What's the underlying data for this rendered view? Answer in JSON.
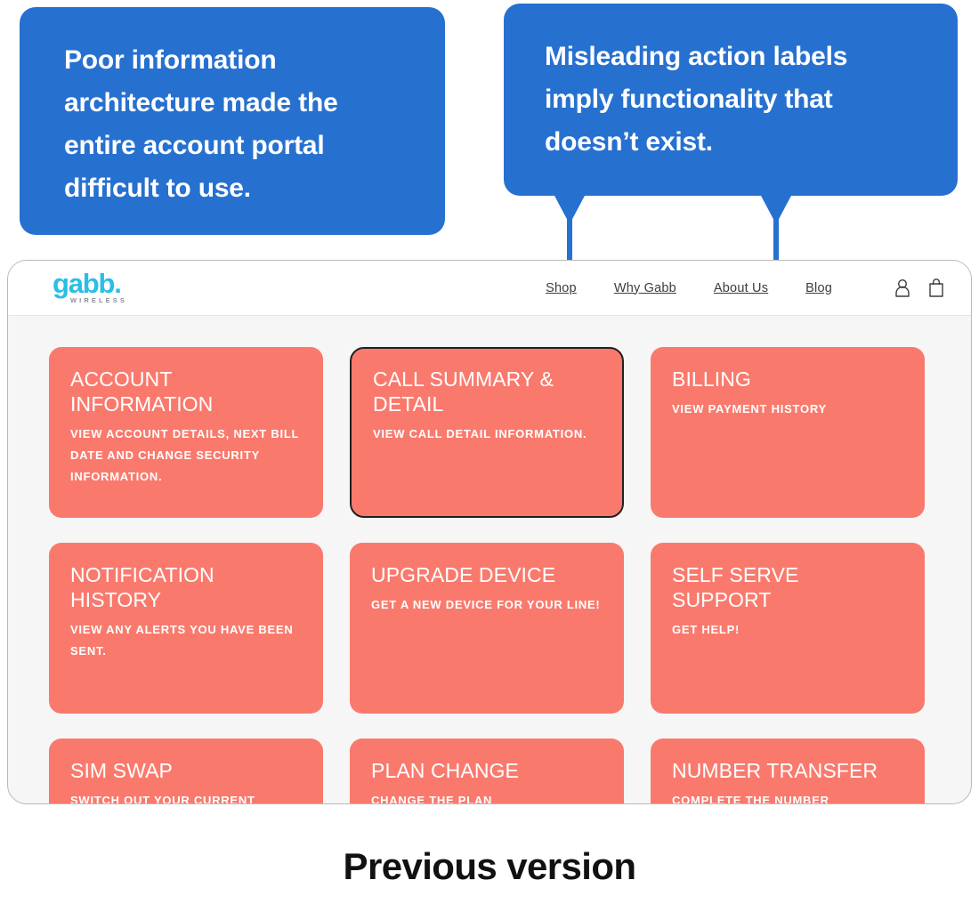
{
  "callouts": [
    {
      "id": "poor-ia",
      "color": "#2670d0",
      "lines": [
        "Poor information",
        "architecture made the",
        "entire account portal",
        "difficult to use."
      ]
    },
    {
      "id": "misleading-labels",
      "color": "#2670d0",
      "lines": [
        "Misleading action labels",
        "imply functionality that",
        "doesn’t exist."
      ]
    }
  ],
  "site": {
    "brand": {
      "word": "gabb",
      "dot": ".",
      "sub": "WIRELESS",
      "color": "#29bee8"
    },
    "nav": {
      "links": [
        {
          "label": "Shop"
        },
        {
          "label": "Why Gabb"
        },
        {
          "label": "About Us"
        },
        {
          "label": "Blog"
        }
      ],
      "icons": [
        {
          "name": "account-icon"
        },
        {
          "name": "shopping-bag-icon"
        }
      ]
    },
    "tile_color": "#f97a6d",
    "tiles": [
      {
        "title": "ACCOUNT INFORMATION",
        "desc": "VIEW ACCOUNT DETAILS, NEXT BILL DATE AND CHANGE SECURITY INFORMATION.",
        "highlighted": false
      },
      {
        "title": "CALL SUMMARY & DETAIL",
        "desc": "VIEW CALL DETAIL INFORMATION.",
        "highlighted": true
      },
      {
        "title": "BILLING",
        "desc": "VIEW PAYMENT HISTORY",
        "highlighted": false
      },
      {
        "title": "NOTIFICATION HISTORY",
        "desc": "VIEW ANY ALERTS YOU HAVE BEEN SENT.",
        "highlighted": false
      },
      {
        "title": "UPGRADE DEVICE",
        "desc": "GET A NEW DEVICE FOR YOUR LINE!",
        "highlighted": false
      },
      {
        "title": "SELF SERVE SUPPORT",
        "desc": "GET HELP!",
        "highlighted": false
      },
      {
        "title": "SIM SWAP",
        "desc": "SWITCH OUT YOUR CURRENT",
        "highlighted": false
      },
      {
        "title": "PLAN CHANGE",
        "desc": "CHANGE THE PLAN",
        "highlighted": false
      },
      {
        "title": "NUMBER TRANSFER",
        "desc": "COMPLETE THE NUMBER",
        "highlighted": false
      }
    ]
  },
  "caption": "Previous version"
}
